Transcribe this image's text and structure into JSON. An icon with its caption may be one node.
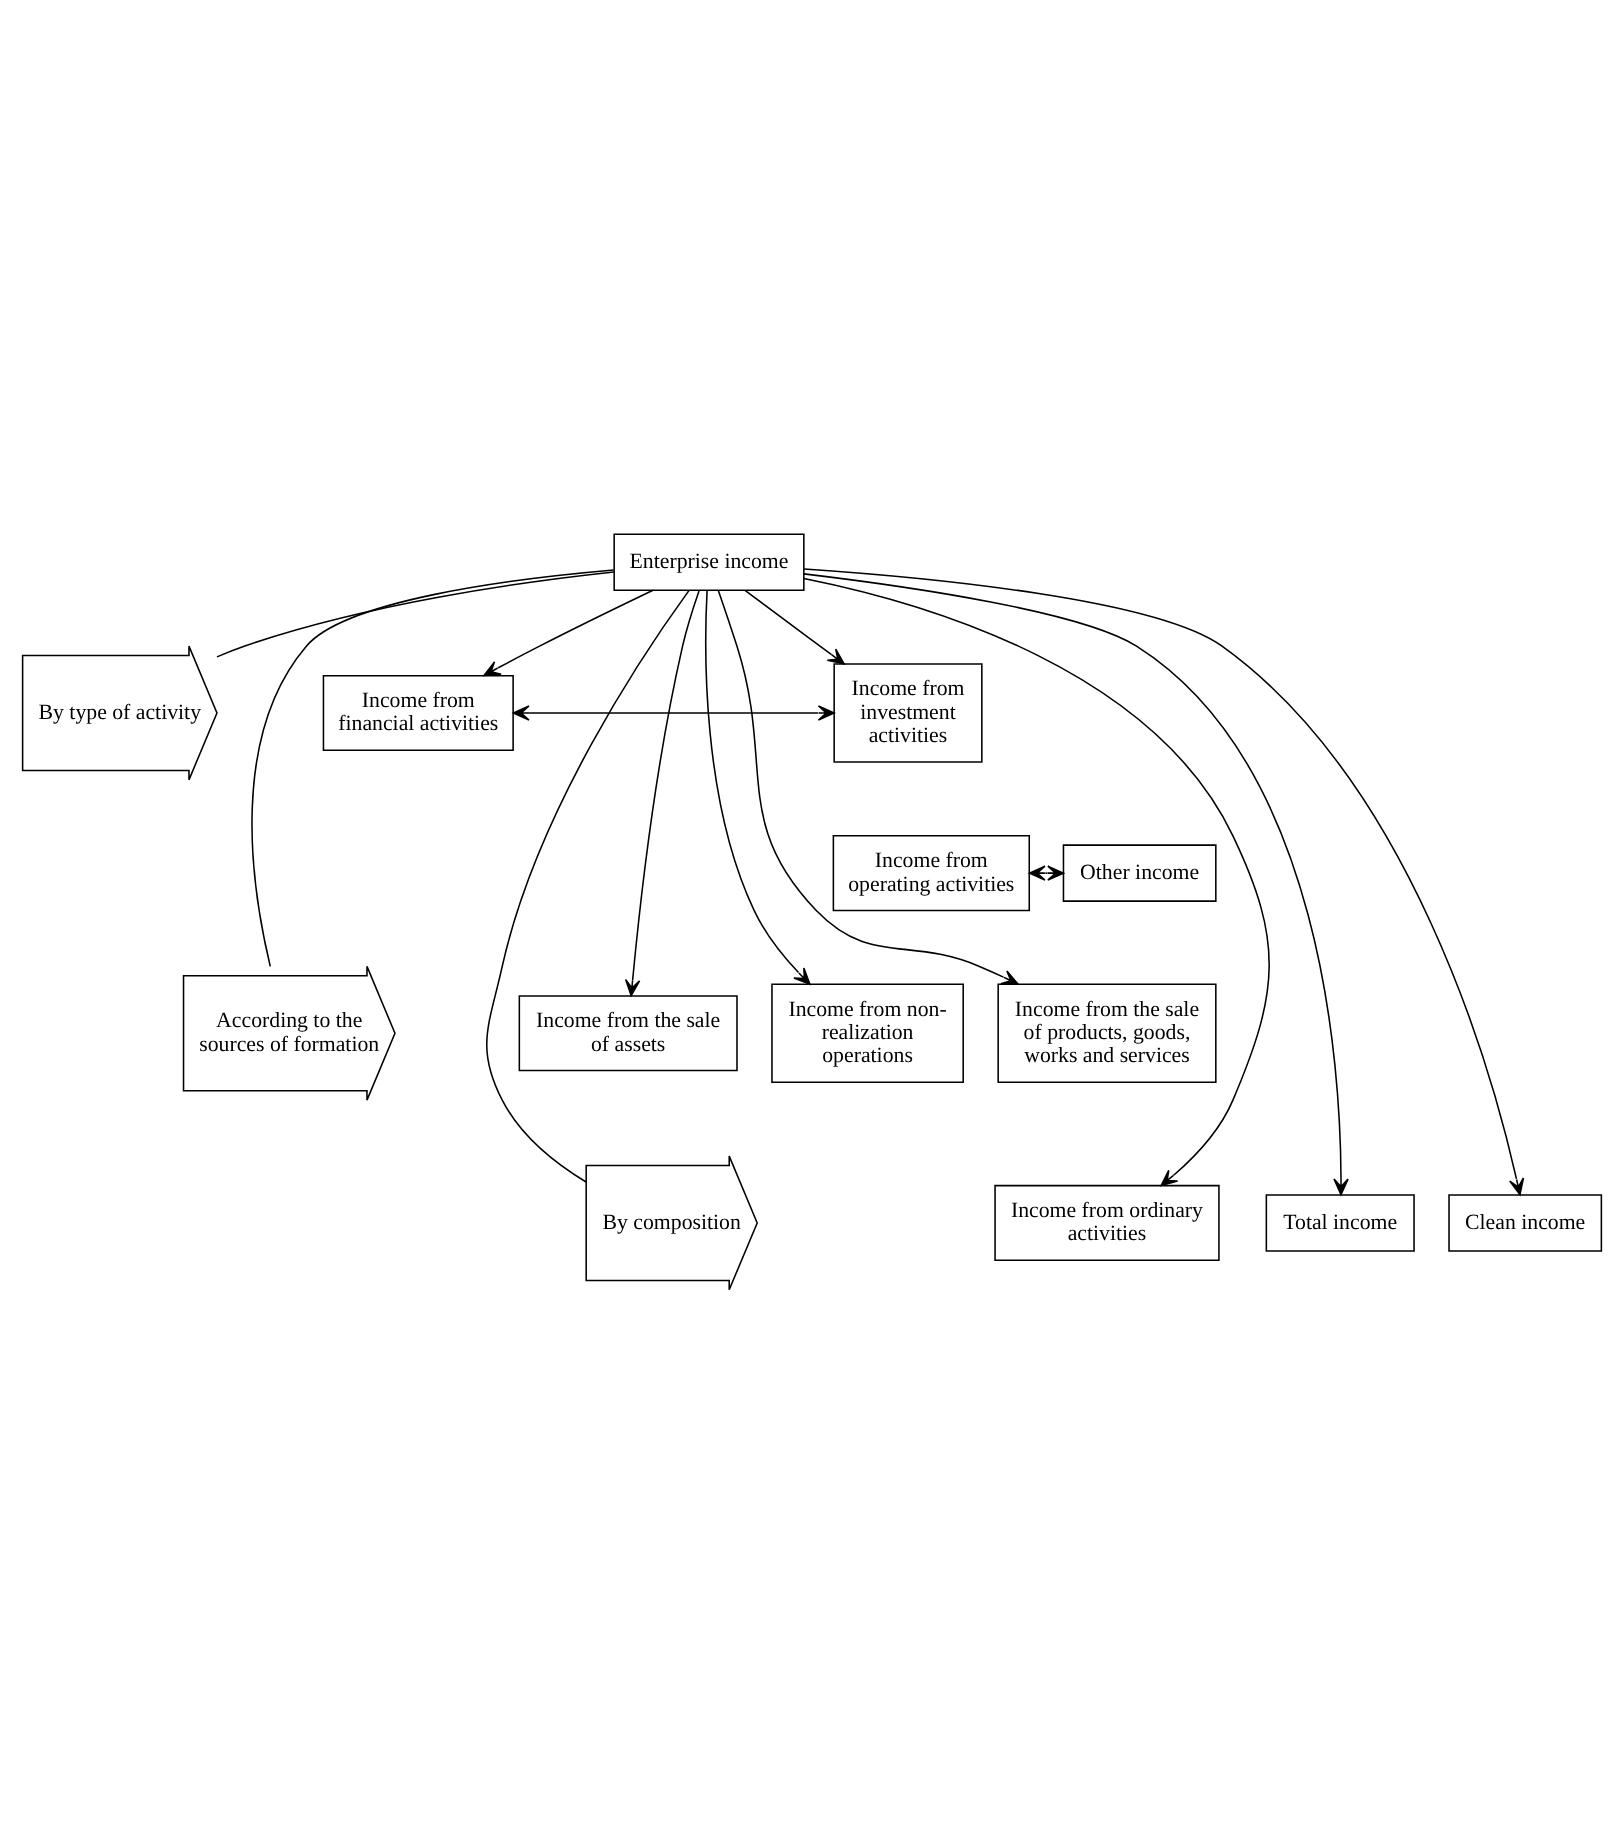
{
  "diagram": {
    "nodes": [
      {
        "text": [
          "Enterprise income"
        ]
      },
      {
        "text": [
          "By type of activity"
        ]
      },
      {
        "text": [
          "Income from investment activities"
        ]
      },
      {
        "text": [
          "Income from financial activities"
        ]
      },
      {
        "text": [
          "Income from operating activities"
        ]
      },
      {
        "text": [
          "Other income"
        ]
      },
      {
        "text": [
          "According to the sources of formation"
        ]
      },
      {
        "text": [
          "Income from the sale of products, goods, works and services"
        ]
      },
      {
        "text": [
          "Income from the sale of assets"
        ]
      },
      {
        "text": [
          "Income from non-realization operations"
        ]
      },
      {
        "text": [
          "By composition"
        ]
      },
      {
        "text": [
          "Income from ordinary activities"
        ]
      },
      {
        "text": [
          "Total income"
        ]
      },
      {
        "text": [
          "Clean income"
        ]
      }
    ],
    "edges": [
      {
        "from": 0,
        "to": 2,
        "arrow": "to"
      },
      {
        "from": 0,
        "to": 3,
        "arrow": "to"
      },
      {
        "from": 2,
        "to": 3,
        "arrow": "both"
      },
      {
        "from": 4,
        "to": 5,
        "arrow": "both"
      },
      {
        "from": 0,
        "to": 7,
        "arrow": "to"
      },
      {
        "from": 0,
        "to": 8,
        "arrow": "to"
      },
      {
        "from": 0,
        "to": 9,
        "arrow": "to"
      },
      {
        "from": 0,
        "to": 11,
        "arrow": "to"
      },
      {
        "from": 0,
        "to": 12,
        "arrow": "to"
      },
      {
        "from": 0,
        "to": 13,
        "arrow": "to"
      },
      {
        "from": 0,
        "to": 1,
        "arrow": "none"
      },
      {
        "from": 0,
        "to": 6,
        "arrow": "none"
      },
      {
        "from": 0,
        "to": 10,
        "arrow": "none"
      }
    ]
  }
}
